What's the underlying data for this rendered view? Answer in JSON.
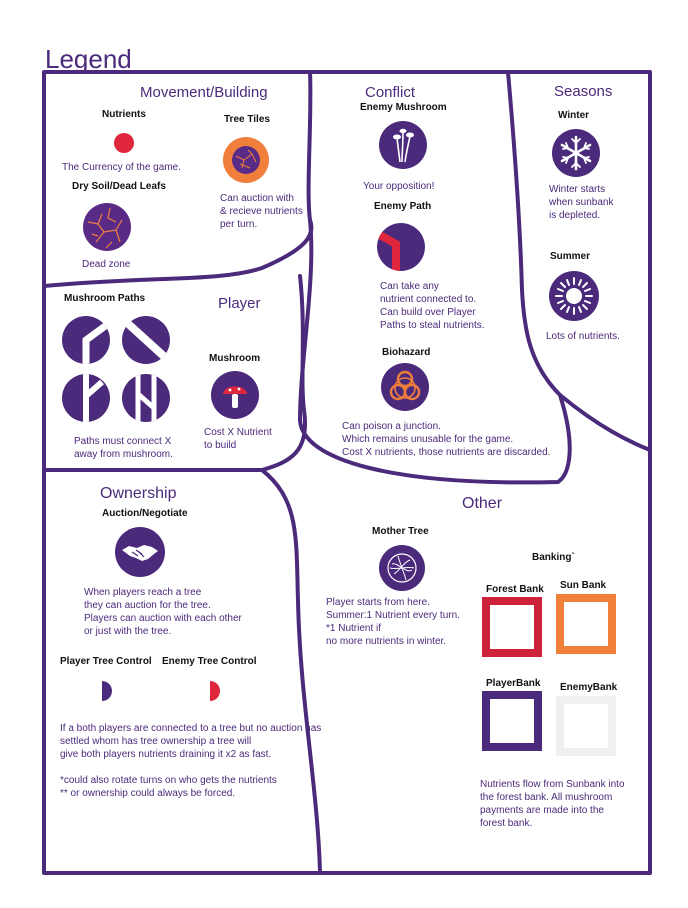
{
  "page_title": "Legend",
  "colors": {
    "purple": "#4b2a7b",
    "red": "#e0263c",
    "orange": "#f07f3c",
    "crimson": "#d0213a",
    "light_gray": "#f0f0f0",
    "soil": "#6b2b8b"
  },
  "sections": {
    "movement": {
      "heading": "Movement/Building",
      "nutrients_label": "Nutrients",
      "nutrients_desc": "The Currency of the game.",
      "tree_tiles_label": "Tree Tiles",
      "tree_tiles_desc": [
        "Can auction with",
        "& recieve nutrients",
        "per turn."
      ],
      "dry_soil_label": "Dry Soil/Dead Leafs",
      "dry_soil_desc": "Dead zone"
    },
    "conflict": {
      "heading": "Conflict",
      "enemy_mushroom_label": "Enemy Mushroom",
      "enemy_mushroom_desc": "Your opposition!",
      "enemy_path_label": "Enemy Path",
      "enemy_path_desc": [
        "Can take any",
        "nutrient connected to.",
        "Can build over Player",
        "Paths to steal nutrients."
      ],
      "biohazard_label": "Biohazard",
      "biohazard_desc": [
        "Can poison a junction.",
        "Which remains unusable for the game.",
        "Cost X nutrients, those nutrients are discarded."
      ]
    },
    "seasons": {
      "heading": "Seasons",
      "winter_label": "Winter",
      "winter_desc": [
        "Winter starts",
        "when sunbank",
        "is depleted."
      ],
      "summer_label": "Summer",
      "summer_desc": "Lots of nutrients."
    },
    "player": {
      "heading": "Player",
      "paths_label": "Mushroom Paths",
      "paths_desc": [
        "Paths must connect X",
        "away from mushroom."
      ],
      "mushroom_label": "Mushroom",
      "mushroom_desc": [
        "Cost X  Nutrient",
        "to build"
      ]
    },
    "ownership": {
      "heading": "Ownership",
      "auction_label": "Auction/Negotiate",
      "auction_desc": [
        "When players reach a tree",
        "they can auction for the tree.",
        "Players can auction with each other",
        "or just with the tree."
      ],
      "player_control_label": "Player Tree Control",
      "enemy_control_label": "Enemy Tree Control",
      "notes": [
        "If a both players are connected to a tree but no auction has",
        "settled whom has tree ownership a tree will",
        "give both players nutrients draining it x2 as fast.",
        "",
        "*could also rotate turns on who gets the nutrients",
        "** or ownership could always be forced."
      ]
    },
    "other": {
      "heading": "Other",
      "mother_tree_label": "Mother Tree",
      "mother_tree_desc": [
        "Player starts from here.",
        "Summer:1 Nutrient every turn.",
        "*1 Nutrient if",
        "no more nutrients in winter."
      ],
      "banking_label": "Banking`",
      "forest_bank_label": "Forest Bank",
      "sun_bank_label": "Sun Bank",
      "player_bank_label": "PlayerBank",
      "enemy_bank_label": "EnemyBank",
      "banking_desc": [
        "Nutrients flow from Sunbank into",
        "the forest bank. All mushroom",
        "payments are made into the",
        "forest bank."
      ]
    }
  },
  "icons": {
    "nutrient": "red-dot-icon",
    "tree_tile": "orange-cracked-tile-icon",
    "dry_soil": "cracked-soil-icon",
    "enemy_mushroom": "enemy-mushroom-icon",
    "enemy_path": "enemy-path-icon",
    "biohazard": "biohazard-icon",
    "winter": "snowflake-icon",
    "summer": "sun-icon",
    "mushroom": "mushroom-icon",
    "auction": "handshake-icon",
    "mother_tree": "mother-tree-icon"
  }
}
